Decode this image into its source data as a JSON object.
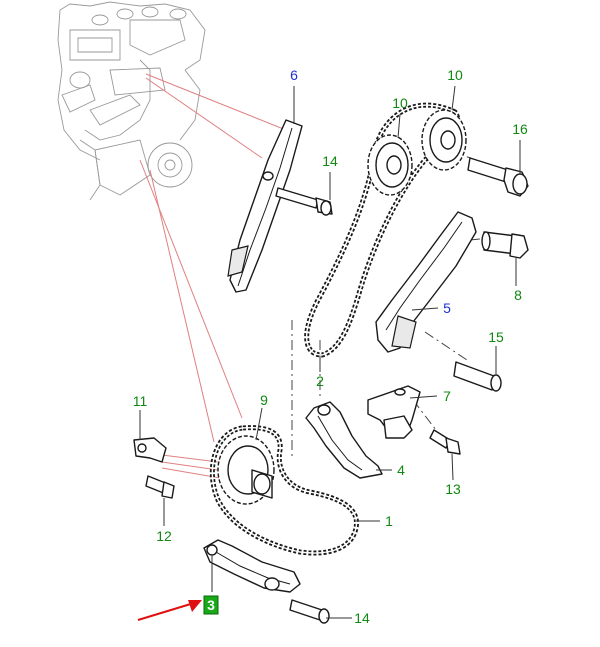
{
  "colors": {
    "label_green": "#118811",
    "label_blue": "#1f2fd6",
    "highlight_box": "#18a818",
    "arrow_red": "#e01010",
    "reference_line": "#e08080"
  },
  "callouts": {
    "c1": "1",
    "c2": "2",
    "c5": "5",
    "c6": "6",
    "c7": "7",
    "c8": "8",
    "c9": "9",
    "c10a": "10",
    "c10b": "10",
    "c11": "11",
    "c12": "12",
    "c13": "13",
    "c14a": "14",
    "c14b": "14",
    "c15": "15",
    "c16": "16",
    "c4": "4",
    "c3_selected": "3"
  },
  "icons": {
    "arrow": "red-arrow-icon"
  }
}
